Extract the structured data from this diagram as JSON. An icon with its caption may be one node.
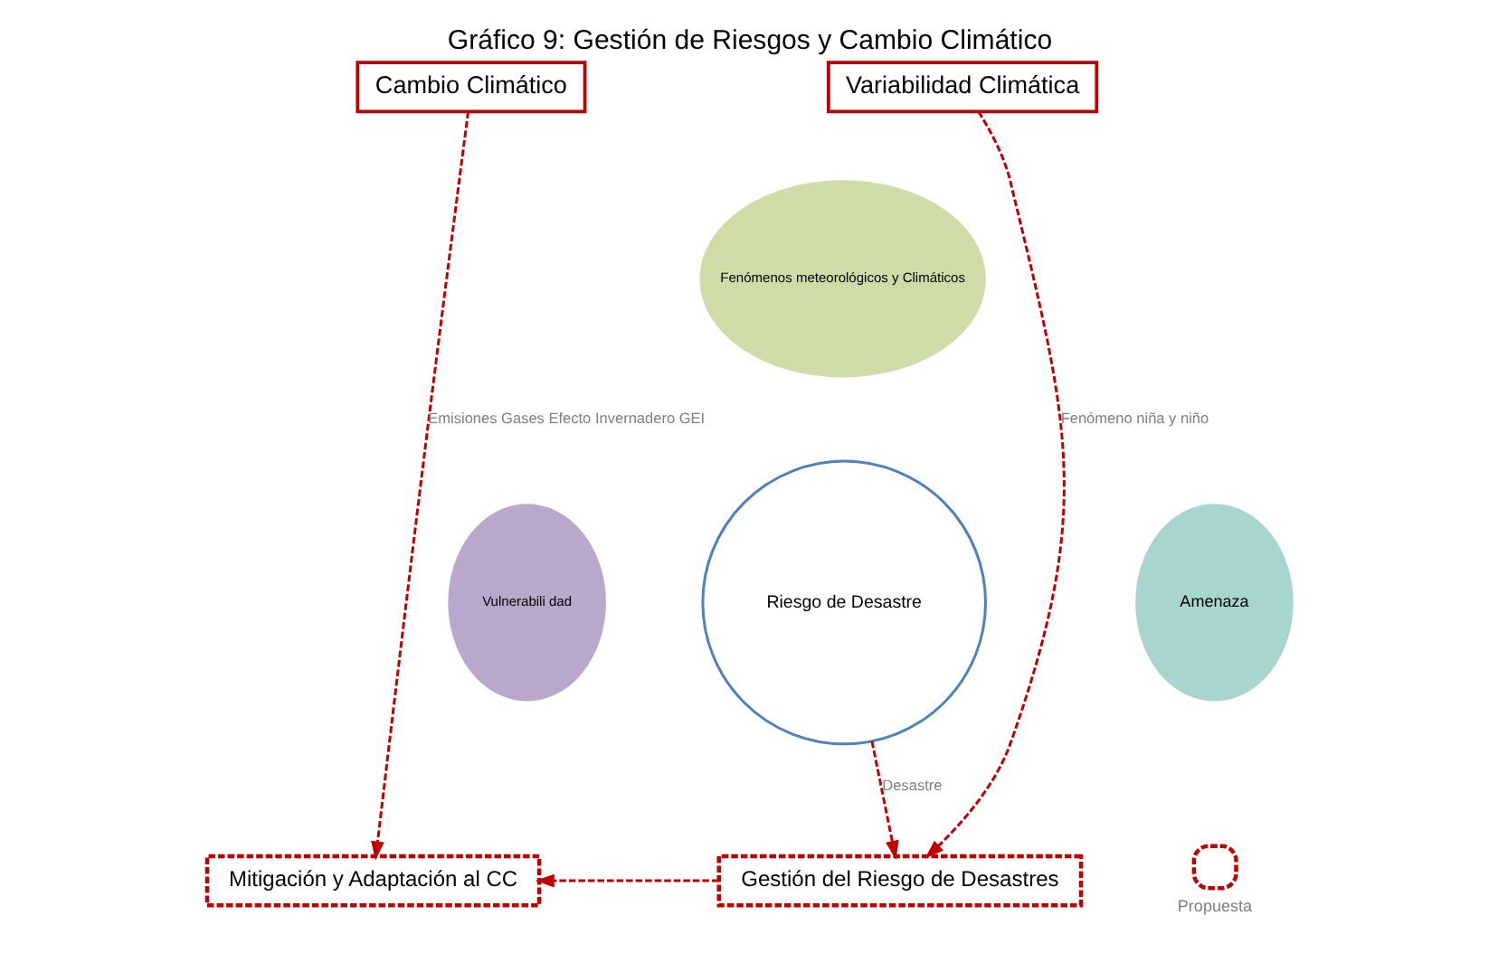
{
  "diagram": {
    "title": "Gráfico 9: Gestión de Riesgos y Cambio Climático",
    "nodes": [
      {
        "text": [
          "Cambio Climático"
        ]
      },
      {
        "text": [
          "Variabilidad Climática"
        ]
      },
      {
        "text": [
          "Fenómenos meteorológicos y Climáticos"
        ]
      },
      {
        "text": [
          "Vulnerabili dad"
        ]
      },
      {
        "text": [
          "Amenaza"
        ]
      },
      {
        "text": [
          "Riesgo de Desastre"
        ]
      },
      {
        "text": [
          "Mitigación y Adaptación al CC"
        ]
      },
      {
        "text": [
          "Gestión del Riesgo de Desastres"
        ]
      }
    ],
    "edges": [
      {
        "from": 0,
        "to": 6,
        "arrow": "to",
        "label": "Emisiones Gases Efecto Invernadero GEI",
        "style": "dashed"
      },
      {
        "from": 1,
        "to": 7,
        "arrow": "to",
        "label": "Fenómeno niña y niño",
        "style": "dashed"
      },
      {
        "from": 5,
        "to": 7,
        "arrow": "to",
        "label": "Desastre",
        "style": "dashed"
      },
      {
        "from": 7,
        "to": 6,
        "arrow": "to",
        "style": "dashed"
      }
    ],
    "legend": [
      {
        "text": "Propuesta"
      }
    ]
  }
}
